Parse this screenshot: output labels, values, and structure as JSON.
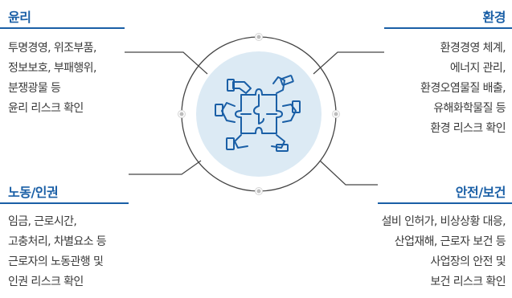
{
  "sections": {
    "top_left": {
      "title": "윤리",
      "lines": [
        "투명경영, 위조부품,",
        "정보보호, 부패행위,",
        "분쟁광물 등",
        "윤리 리스크 확인"
      ]
    },
    "top_right": {
      "title": "환경",
      "lines": [
        "환경경영 체계,",
        "에너지 관리,",
        "환경오염물질 배출,",
        "유해화학물질 등",
        "환경 리스크 확인"
      ]
    },
    "bottom_left": {
      "title": "노동/인권",
      "lines": [
        "임금, 근로시간,",
        "고충처리, 차별요소 등",
        "근로자의 노동관행 및",
        "인권 리스크 확인"
      ]
    },
    "bottom_right": {
      "title": "안전/보건",
      "lines": [
        "설비 인허가, 비상상황 대응,",
        "산업재해, 근로자 보건 등",
        "사업장의 안전 및",
        "보건 리스크 확인"
      ]
    }
  },
  "center_icon": "hands-puzzle-icon",
  "colors": {
    "accent": "#1a5fa6",
    "text": "#3a3a3a",
    "circle_fill": "#dceaf4",
    "ring": "#444444",
    "dot": "#bdbdbd"
  }
}
